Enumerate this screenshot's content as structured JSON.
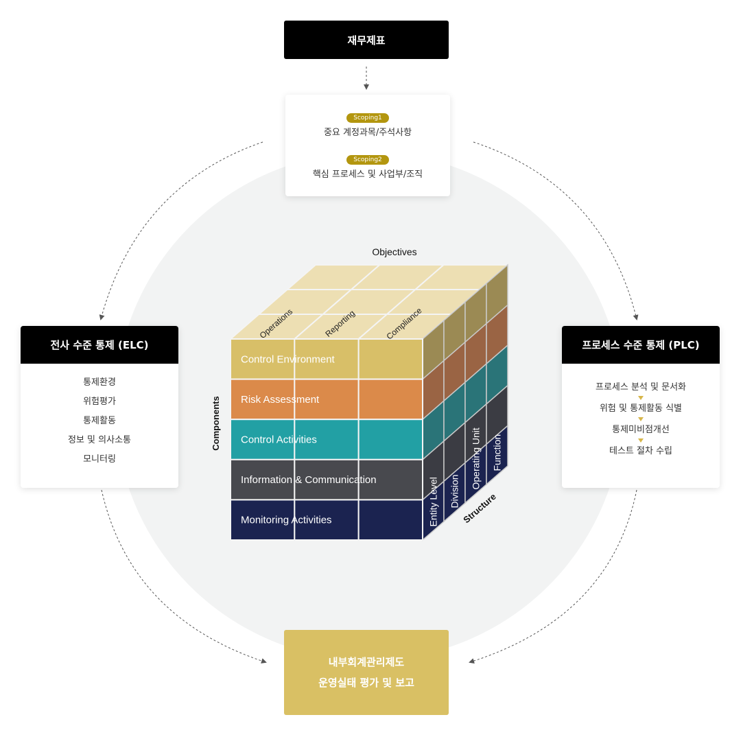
{
  "top_box": {
    "label": "재무제표"
  },
  "scoping": [
    {
      "tag": "Scoping1",
      "text": "중요 계정과목/주석사항"
    },
    {
      "tag": "Scoping2",
      "text": "핵심 프로세스 및 사업부/조직"
    }
  ],
  "elc": {
    "title": "전사  수준 통제 (ELC)",
    "items": [
      "통제환경",
      "위험평가",
      "통제활동",
      "정보 및 의사소통",
      "모니터링"
    ]
  },
  "plc": {
    "title": "프로세스 수준 통제 (PLC)",
    "items": [
      "프로세스 분석 및 문서화",
      "위험 및 통제활동 식별",
      "통제미비점개선",
      "테스트 절차 수립"
    ]
  },
  "result": {
    "line1": "내부회계관리제도",
    "line2": "운영실태 평가 및 보고"
  },
  "cube": {
    "objectives_label": "Objectives",
    "components_label": "Components",
    "structure_label": "Structure",
    "objectives": [
      "Operations",
      "Reporting",
      "Compliance"
    ],
    "components": [
      "Control Environment",
      "Risk Assessment",
      "Control Activities",
      "Information & Communication",
      "Monitoring Activities"
    ],
    "structure": [
      "Entity Level",
      "Division",
      "Operating Unit",
      "Function"
    ],
    "colors": {
      "top": "#eddfb3",
      "rows": [
        "#d8bf68",
        "#db8a4a",
        "#22a0a4",
        "#48494e",
        "#1b2350"
      ],
      "rows_side": [
        "#9b8a54",
        "#9a6444",
        "#2a7478",
        "#3b3c43",
        "#1b2350"
      ]
    }
  }
}
